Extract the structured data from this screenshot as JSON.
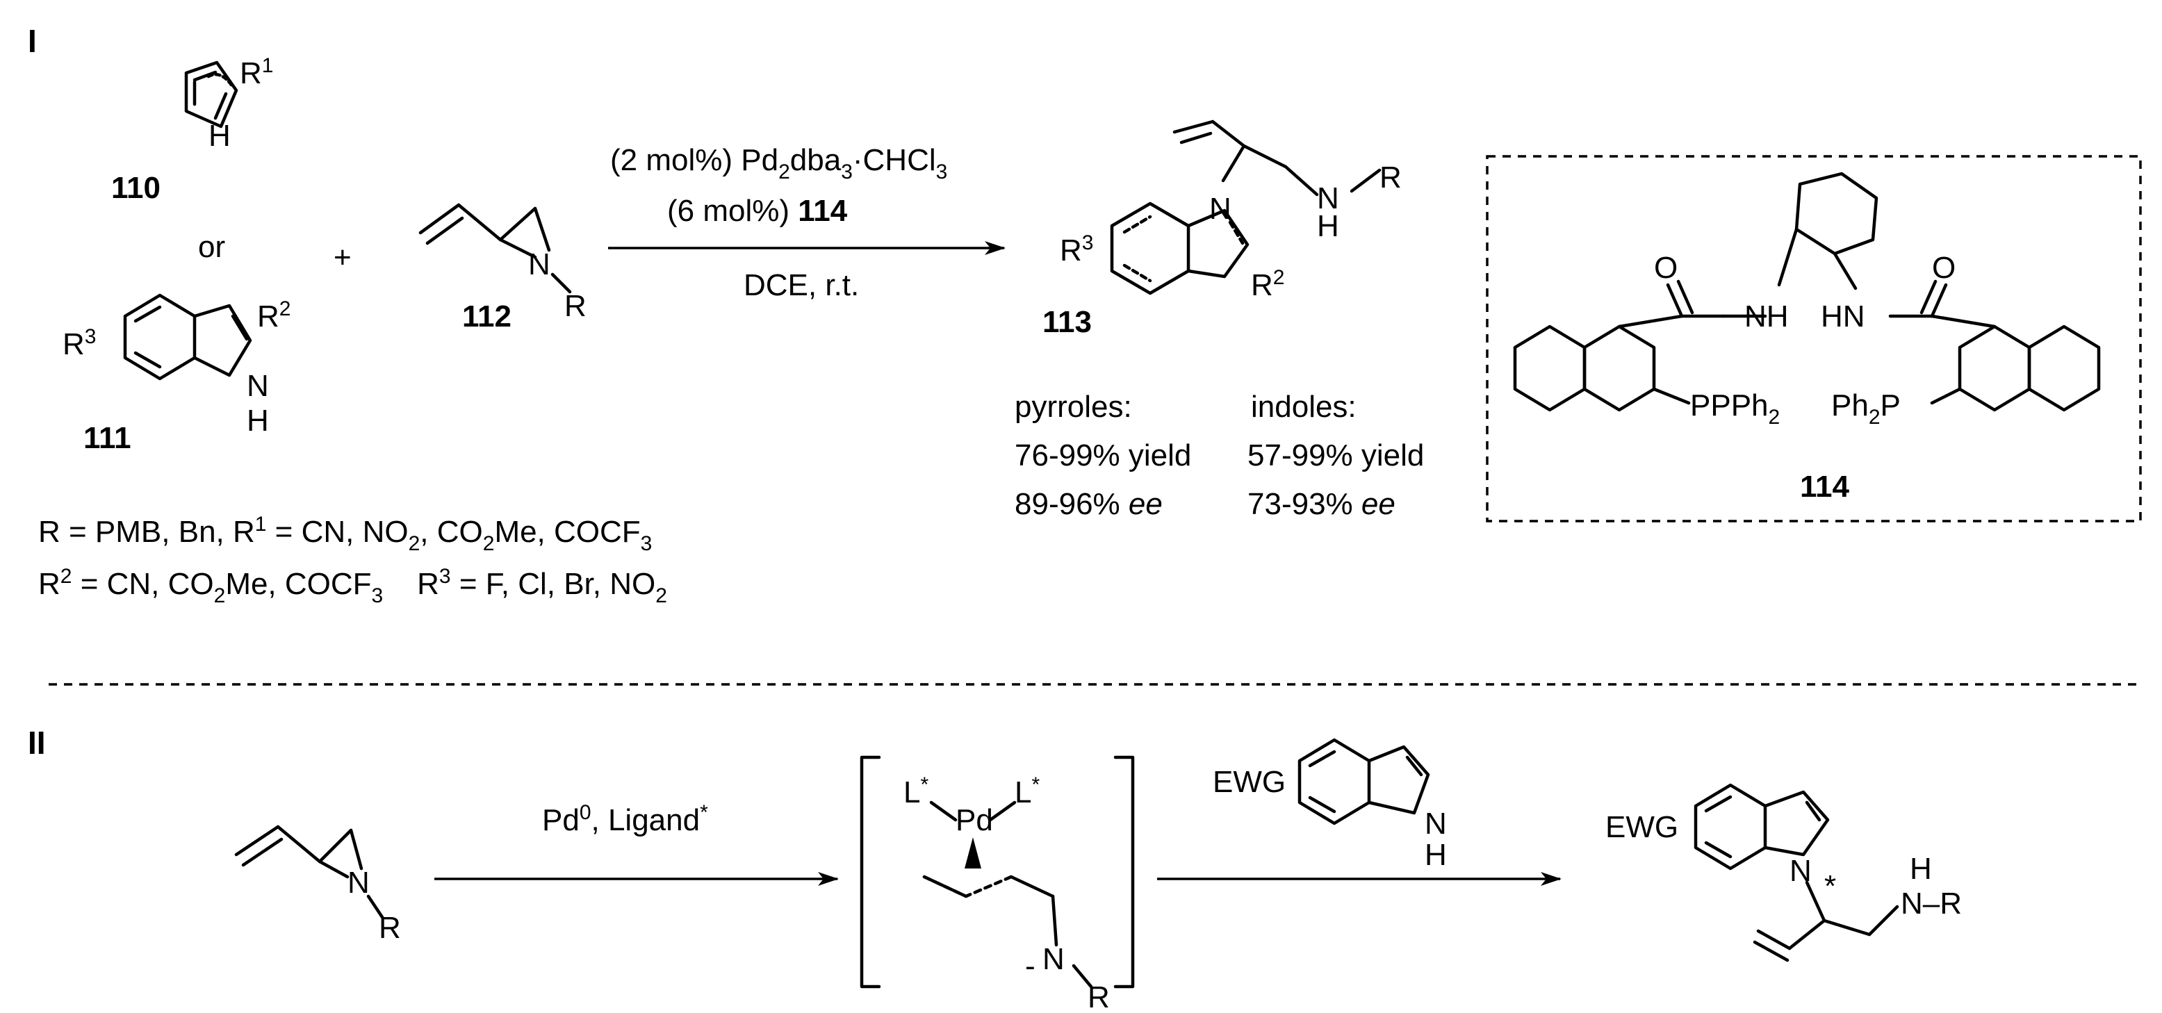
{
  "section_I": {
    "label": "I",
    "compound_110": "110",
    "compound_111": "111",
    "compound_112": "112",
    "compound_113": "113",
    "compound_114": "114",
    "or_label": "or",
    "plus_sign": "+",
    "atom_R1": "R",
    "atom_R1_sup": "1",
    "atom_R2": "R",
    "atom_R2_sup": "2",
    "atom_R3": "R",
    "atom_R3_sup": "3",
    "atom_N": "N",
    "atom_H": "H",
    "atom_R": "R",
    "atom_O": "O",
    "atom_NH": "NH",
    "atom_HN": "HN",
    "atom_PPh2": "PPh",
    "atom_Ph2P": "Ph",
    "sub_2": "2",
    "atom_P": "P",
    "conditions": {
      "line1_prefix": "(2 mol%)  Pd",
      "line1_sub1": "2",
      "line1_mid": "dba",
      "line1_sub2": "3",
      "line1_suffix": "·CHCl",
      "line1_sub3": "3",
      "line2_prefix": "(6 mol%) ",
      "line2_compound": "114",
      "line3": "DCE, r.t."
    },
    "results": {
      "pyrroles_header": "pyrroles:",
      "indoles_header": "indoles:",
      "pyrroles_yield": "76-99% yield",
      "indoles_yield": "57-99% yield",
      "pyrroles_ee_value": "89-96% ",
      "indoles_ee_value": "73-93% ",
      "ee_label": "ee"
    },
    "substituents": {
      "line1_a": "R = PMB, Bn, R",
      "line1_sup1": "1",
      "line1_b": " = CN, NO",
      "line1_sub1": "2",
      "line1_c": ", CO",
      "line1_sub2": "2",
      "line1_d": "Me, COCF",
      "line1_sub3": "3",
      "line2_a": "R",
      "line2_sup1": "2",
      "line2_b": " = CN, CO",
      "line2_sub1": "2",
      "line2_c": "Me, COCF",
      "line2_sub2": "3",
      "line2_d": "    R",
      "line2_sup2": "3",
      "line2_e": " = F, Cl, Br, NO",
      "line2_sub3": "2"
    }
  },
  "section_II": {
    "label": "II",
    "reagent_prefix": "Pd",
    "reagent_sup": "0",
    "reagent_mid": ", Ligand",
    "reagent_star": "*",
    "atom_L": "L",
    "star": "*",
    "atom_Pd": "Pd",
    "atom_N": "N",
    "atom_R": "R",
    "atom_H": "H",
    "minus": "-",
    "ewg": "EWG",
    "atom_NR": "N",
    "dash_R": "–R"
  }
}
